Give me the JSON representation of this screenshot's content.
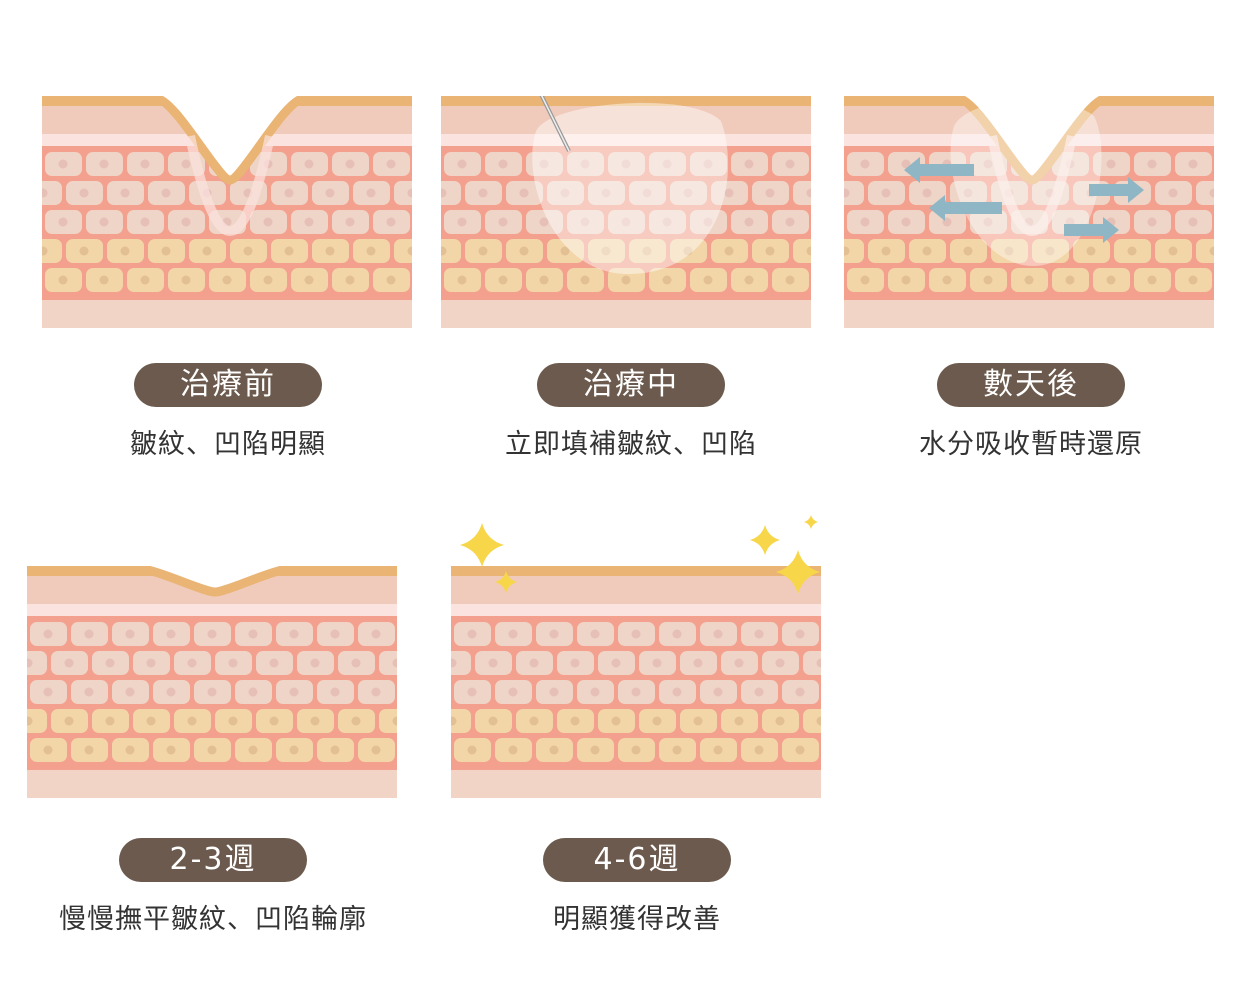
{
  "colors": {
    "pill": "#6b5a4d",
    "epidermis": "#e9b474",
    "dermis": "#f0cbbb",
    "stripe": "#fbe3df",
    "cell_border": "#f3a08e",
    "cell": "#efd5c7",
    "fat_cell": "#f3d6a8",
    "arrow": "#8fb6c4",
    "sparkle": "#f7d64a"
  },
  "steps": [
    {
      "label": "治療前",
      "caption": "皺紋、凹陷明顯"
    },
    {
      "label": "治療中",
      "caption": "立即填補皺紋、凹陷"
    },
    {
      "label": "數天後",
      "caption": "水分吸收暫時還原"
    },
    {
      "label": "2-3週",
      "caption": "慢慢撫平皺紋、凹陷輪廓"
    },
    {
      "label": "4-6週",
      "caption": "明顯獲得改善"
    }
  ]
}
